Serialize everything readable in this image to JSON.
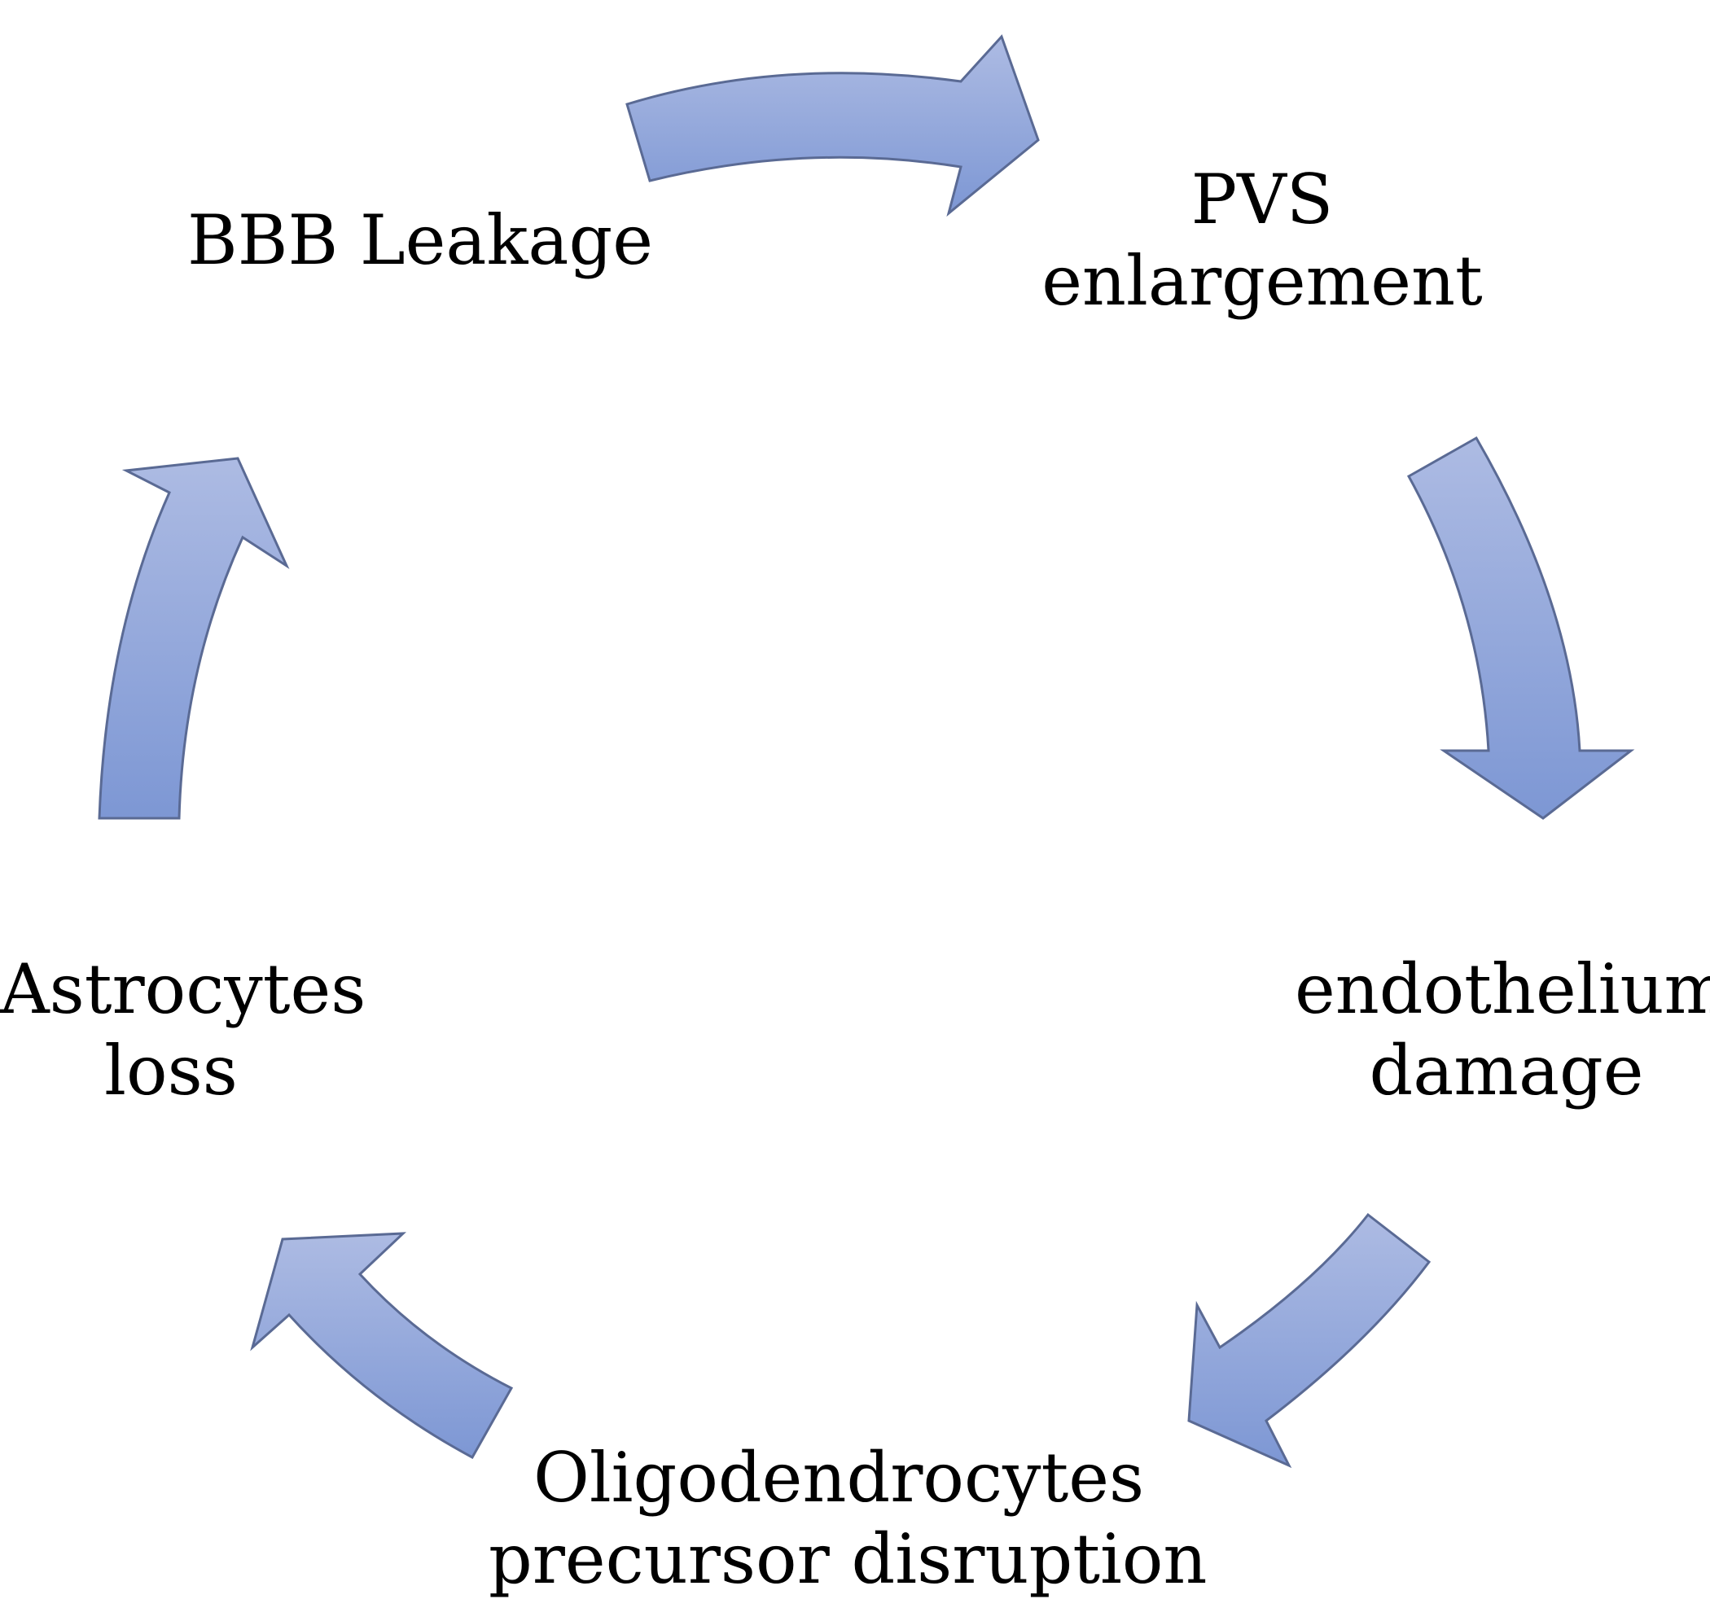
{
  "diagram": {
    "nodes": [
      {
        "id": "bbb",
        "lines": [
          "BBB Leakage"
        ]
      },
      {
        "id": "pvs",
        "lines": [
          "PVS",
          "enlargement"
        ]
      },
      {
        "id": "endo",
        "lines": [
          "endothelium",
          "damage"
        ]
      },
      {
        "id": "oligo",
        "lines": [
          "Oligodendrocytes",
          "precursor disruption"
        ]
      },
      {
        "id": "astro",
        "lines": [
          "Astrocytes",
          "loss"
        ]
      }
    ],
    "edges": [
      {
        "from": "bbb",
        "to": "pvs"
      },
      {
        "from": "pvs",
        "to": "endo"
      },
      {
        "from": "endo",
        "to": "oligo"
      },
      {
        "from": "oligo",
        "to": "astro"
      },
      {
        "from": "astro",
        "to": "bbb"
      }
    ],
    "arrow_color_top": "#adbbe3",
    "arrow_color_bottom": "#7d97d4",
    "arrow_stroke": "#5a6a94"
  }
}
